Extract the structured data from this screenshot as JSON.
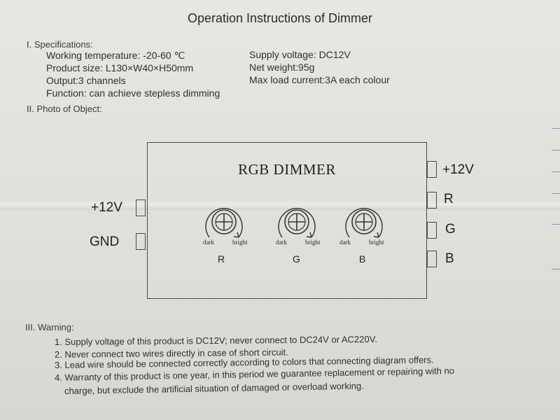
{
  "title": "Operation Instructions of Dimmer",
  "specifications": {
    "heading": "I. Specifications:",
    "left": [
      "Working temperature: -20-60 ℃",
      "Product size: L130×W40×H50mm",
      "Output:3 channels",
      "Function: can achieve stepless dimming"
    ],
    "right": [
      "Supply voltage: DC12V",
      "Net weight:95g",
      "Max load current:3A each colour"
    ]
  },
  "photo": {
    "heading": "II. Photo of Object:",
    "device_title": "RGB DIMMER",
    "knobs": [
      {
        "letter": "R",
        "dark": "dark",
        "bright": "bright"
      },
      {
        "letter": "G",
        "dark": "dark",
        "bright": "bright"
      },
      {
        "letter": "B",
        "dark": "dark",
        "bright": "bright"
      }
    ],
    "left_terminals": [
      "+12V",
      "GND"
    ],
    "right_terminals": [
      "+12V",
      "R",
      "G",
      "B"
    ]
  },
  "warning": {
    "heading": "III. Warning:",
    "items": [
      "1. Supply voltage of this product is DC12V; never connect to DC24V or AC220V.",
      "2. Never connect two wires directly in case of short circuit.",
      "3. Lead wire should be connected correctly according to colors that connecting diagram offers.",
      "4. Warranty of this product is one year, in this period we guarantee replacement or repairing with no",
      "charge, but exclude the artificial situation of damaged or overload working."
    ]
  }
}
